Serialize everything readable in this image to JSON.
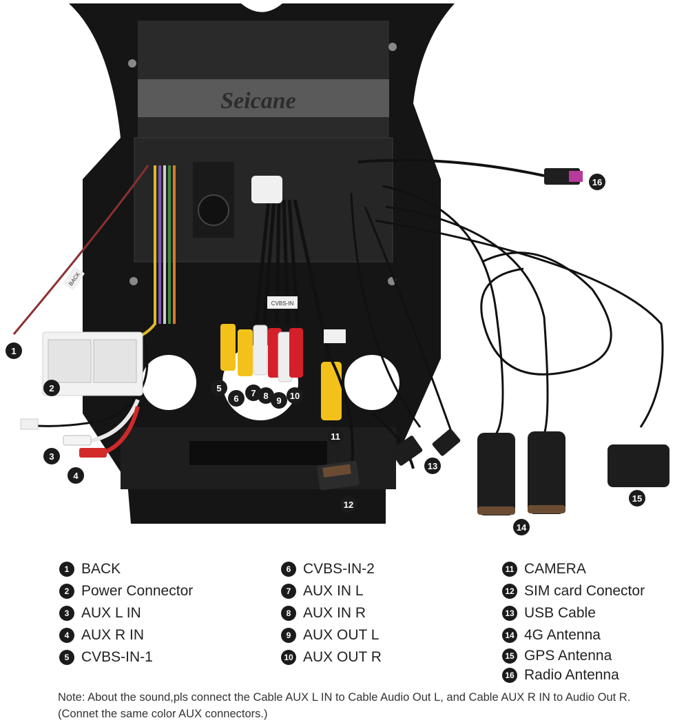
{
  "brand": {
    "watermark": "Seicane"
  },
  "callouts": [
    "1",
    "2",
    "3",
    "4",
    "5",
    "6",
    "7",
    "8",
    "9",
    "10",
    "11",
    "12",
    "13",
    "14",
    "15",
    "16"
  ],
  "cable_tags": {
    "back": "BACK",
    "cvbs": "CVBS-IN"
  },
  "legend": [
    {
      "num": "1",
      "label": "BACK"
    },
    {
      "num": "2",
      "label": "Power Connector"
    },
    {
      "num": "3",
      "label": "AUX L IN"
    },
    {
      "num": "4",
      "label": "AUX R IN"
    },
    {
      "num": "5",
      "label": "CVBS-IN-1"
    },
    {
      "num": "6",
      "label": "CVBS-IN-2"
    },
    {
      "num": "7",
      "label": "AUX IN L"
    },
    {
      "num": "8",
      "label": "AUX IN R"
    },
    {
      "num": "9",
      "label": "AUX OUT L"
    },
    {
      "num": "10",
      "label": "AUX OUT R"
    },
    {
      "num": "11",
      "label": "CAMERA"
    },
    {
      "num": "12",
      "label": "SIM card Conector"
    },
    {
      "num": "13",
      "label": "USB Cable"
    },
    {
      "num": "14",
      "label": "4G Antenna"
    },
    {
      "num": "15",
      "label": "GPS Antenna"
    },
    {
      "num": "16",
      "label": "Radio Antenna"
    }
  ],
  "note": "Note: About the sound,pls connect the Cable AUX L IN to Cable Audio Out L, and Cable AUX R IN to Audio Out R.(Connet the same color AUX connectors.)",
  "colors": {
    "panel": "#151515",
    "badge": "#1b1b1b",
    "rca_yellow": "#f2c21b",
    "rca_red": "#d3202a",
    "rca_white": "#eeeeee"
  }
}
